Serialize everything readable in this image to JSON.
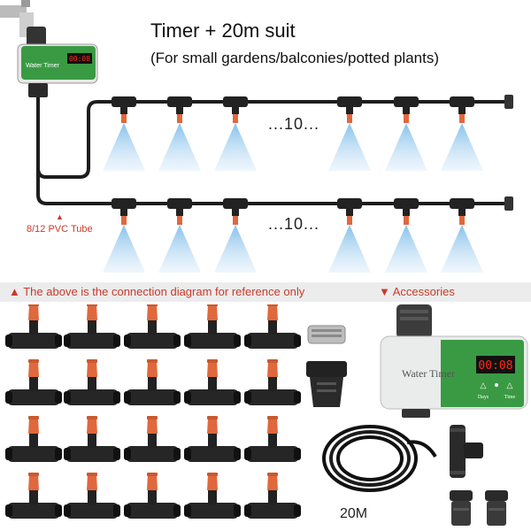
{
  "header": {
    "title": "Timer + 20m suit",
    "subtitle": "(For small gardens/balconies/potted plants)"
  },
  "diagram": {
    "tube_label": "8/12 PVC Tube",
    "row_count_label": "...10..."
  },
  "timer_small": {
    "label": "Water Timer",
    "display": "00:08"
  },
  "banner": {
    "reference_note": "▲ The above is the connection diagram for reference only",
    "accessories_label": "▼  Accessories"
  },
  "timer_large": {
    "label": "Water Timer",
    "display": "00:08",
    "button_days": "Days",
    "button_time": "Time"
  },
  "accessories": {
    "hose_length": "20M"
  },
  "colors": {
    "timer_green": "#3a9a44",
    "timer_body": "#e9ecea",
    "nozzle_orange": "#e0683c",
    "mist_blue": "#8ec5ef",
    "tube_black": "#1d1d1d",
    "accent_red": "#c83a2a",
    "display_red": "#ff2a1a"
  }
}
